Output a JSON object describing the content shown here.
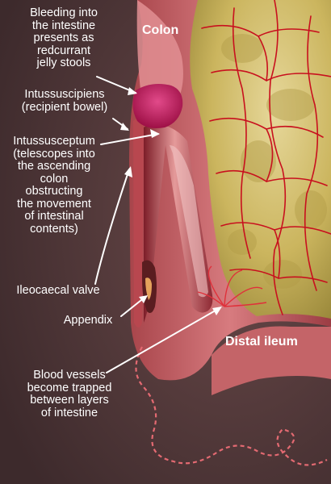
{
  "labels": {
    "colon": "Colon",
    "distal_ileum": "Distal ileum",
    "bleeding": "Bleeding into\nthe intestine\npresents as\nredcurrant\njelly stools",
    "intussuscipiens": "Intussuscipiens\n(recipient bowel)",
    "intussusceptum": "Intussusceptum\n(telescopes into\nthe ascending\ncolon\nobstructing\nthe movement\nof intestinal\ncontents)",
    "ileocaecal_valve": "Ileocaecal valve",
    "appendix": "Appendix",
    "blood_vessels": "Blood vessels\nbecome trapped\nbetween layers\nof intestine"
  },
  "colors": {
    "background": "#4a3234",
    "colon_wall": "#c8646a",
    "colon_lumen": "#c9b45a",
    "vessels": "#c8101e",
    "jelly_stool": "#c2185b",
    "label_text": "#ffffff"
  }
}
